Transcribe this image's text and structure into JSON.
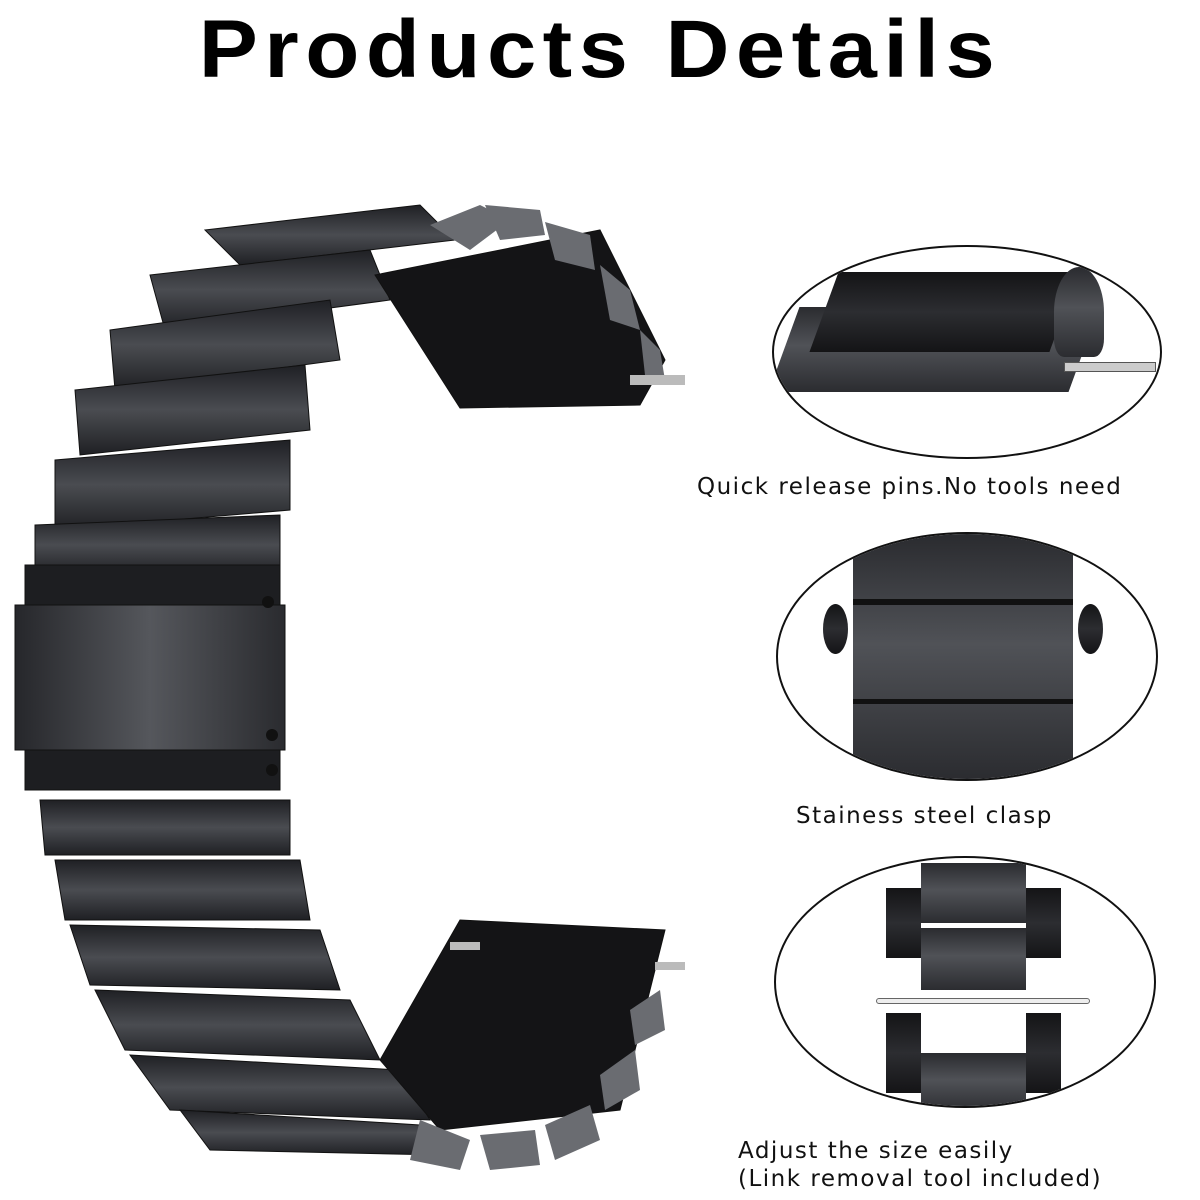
{
  "header": {
    "title": "Products Details"
  },
  "product": {
    "image_label": "Stainless steel link watch band (black)",
    "colors": {
      "band": "#2b2c30",
      "highlight": "#5a5c62",
      "outline": "#111111",
      "background": "#ffffff"
    }
  },
  "details": [
    {
      "id": "quick-release",
      "caption": "Quick release pins.No tools need",
      "icon": "quick-release-pin-closeup"
    },
    {
      "id": "clasp",
      "caption": "Stainess steel clasp",
      "icon": "clasp-closeup"
    },
    {
      "id": "adjust",
      "caption": "Adjust the size easily",
      "caption_line2": "(Link removal tool included)",
      "icon": "link-removal-closeup"
    }
  ]
}
